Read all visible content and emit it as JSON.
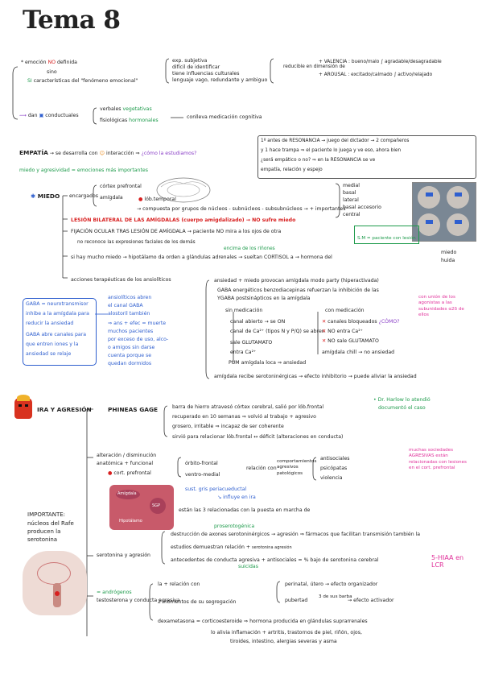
{
  "page_title": "Tema 8",
  "emotion": {
    "line1a": "* emoción ",
    "line1b": "NO",
    "line1c": " definida",
    "line2": "sino",
    "line3a": "SI",
    "line3b": " características del \"fenómeno emocional\"",
    "features": [
      "exp. subjetiva",
      "difícil de identificar",
      "tiene influencias culturales",
      "lenguaje vago, redundante y ambiguo"
    ],
    "reduced": "reducible en dimensión de",
    "valencia": "+ VALENCIA : bueno/malo ∫ agradable/desagradable",
    "arousal": "+ AROUSAL : excitado/calmado ∫ activo/relajado"
  },
  "conductual": {
    "lead": "dan",
    "label": "conductuales",
    "verbales": "verbales",
    "vegetativas": "vegetativas",
    "fisiologicas": "fisiológicas",
    "hormonales": "hormonales",
    "result": "conlleva medicación cognitiva"
  },
  "empatia": {
    "label": "EMPATÍA",
    "text": "se desarrolla con",
    "interaccion": "interacción",
    "question": "¿cómo la estudiamos?",
    "box1": "1º antes de RESONANCIA → juego del dictador → 2 compañeros",
    "box2": "y 1 hace trampa ⇒ el paciente lo juega y ve eso, ahora bien",
    "box3": "¿será empático o no? ⇒ en la RESONANCIA se ve",
    "box4": "empatía, relación y espejo",
    "footnote": "miedo y agresividad = emociones más importantes"
  },
  "miedo": {
    "label": "MIEDO",
    "encargados": "encargados",
    "corteza": "córtex prefrontal",
    "amigdala": "amígdala",
    "lobtemp": "lób.temporal",
    "compuesto": "compuesta por grupos de núcleos - subnúcleos - subsubnúcleos",
    "masimport": "+ importantes",
    "nuclei": [
      "medial",
      "basal",
      "lateral",
      "basal accesorio",
      "central"
    ],
    "lesion": "LESIÓN BILATERAL DE LAS AMÍGDALAS (cuerpo amigdalizado) → NO sufre miedo",
    "fijacion": "FIJACIÓN OCULAR TRAS LESIÓN DE AMÍGDALA → paciente NO mira a los ojos de otra",
    "fijNote": "S.M = paciente con lesión",
    "reconocer": "no reconoce las expresiones faciales de los demás",
    "hipotalamo": "si hay mucho miedo → hipotálamo da orden a glándulas adrenales → sueltan CORTISOL a → hormona del",
    "encima": "encima de los riñones",
    "miedoHuida": [
      "miedo",
      "huida"
    ],
    "acciones": "acciones terapéuticas de los ansiolíticos",
    "ansiedad": "ansiedad + miedo provocan amígdala modo party (hiperactivada)",
    "gaba1": "GABA energéticos benzodiacepinas refuerzan la inhibición de las",
    "gaba2": "YGABA postsinápticos en la amígdala",
    "sinMed": "sin medicación",
    "conMed": "con medicación",
    "sinList": [
      "canal abierto → se ON",
      "canal de Ca²⁺ (tipos N y P/Q) se abren",
      "sale GLUTAMATO",
      "entra Ca²⁺"
    ],
    "pum": "PUM amígdala loca ⇒ ansiedad",
    "conList": [
      "canales bloqueados",
      "NO entra Ca²⁺",
      "NO sale GLUTAMATO"
    ],
    "como": "¿CÓMO?",
    "chill": "amígdala chill → no ansiedad",
    "sideNote": "con unión de los agonistas a las subunidades α2δ de ellos",
    "serot": "amígdala recibe serotoninérgicas → efecto inhibitorio → puede aliviar la ansiedad"
  },
  "gabaBox": {
    "lines": [
      "GABA = neurotransmisor",
      "inhibe a la amígdala para",
      "reducir la ansiedad",
      "GABA abre canales para",
      "que entren iones y la",
      "ansiedad se relaje"
    ]
  },
  "gabaNote": {
    "lines": [
      "ansiolíticos abren",
      "el canal GABA",
      "alostoril también",
      "⇒ ans + efec = muerte",
      "muchos pacientes",
      "por exceso de uso, alco-",
      "o amigos sin darse",
      "cuenta porque se",
      "quedan dormidos"
    ]
  },
  "ira": {
    "label": "IRA Y AGRESIÓN",
    "gage": "PHINEAS GAGE",
    "gage1": "barra de hierro atravesó córtex cerebral, salió por lób.frontal",
    "gage2": "recuperado en 10 semanas ⇒ volvió al trabajo + agresivo",
    "gage3": "grosero, irritable ⇒ incapaz de ser coherente",
    "gage4": "sirvió para relacionar lób.frontal ↔ déficit (alteraciones en conducta)",
    "gageNote1": "Dr. Harlow lo atendió",
    "gageNote2": "documentó el caso",
    "alter1": "alteración / disminución",
    "alter2": "anatómica + funcional",
    "cortpref": "cort. prefrontal",
    "orbito": "órbito-frontal",
    "ventro": "ventro-medial",
    "rela": "relación con",
    "comport": "comportamientos agresivos patológicos",
    "antisoc": [
      "antisociales",
      "psicópatas",
      "violencia"
    ],
    "sideNote": "muchas sociedades AGRESIVAS están relacionadas con lesiones en el cort. prefrontal",
    "sgp": "sust. gris periacueductal",
    "influye": "influye en ira",
    "estan": "están las 3 relacionadas con la puesta en marcha de",
    "diagLabels": [
      "Amígdala",
      "SGP",
      "Hipotálamo"
    ],
    "serot": "serotonina y agresión",
    "proserot": "proserotogénica",
    "dest": "destrucción de axones serotoninérgicos",
    "agresion": "agresión",
    "farmacos": "fármacos que facilitan transmisión también la",
    "estudios": "estudios demuestran relación +",
    "serotAgr": "serotonina agresión",
    "anteced": "antecedentes de conducta agresiva + antisociales = % bajo de serotonina cerebral",
    "suicidas": "suicidas",
    "hiaa": "5-HIAA en LCR",
    "importante": "IMPORTANTE:",
    "nucleos": "núcleos del Rafe",
    "producen": "producen la",
    "serotonina": "serotonina",
    "androg": "= andrógenos",
    "testo": "testosterona y conducta agresiva",
    "la": "la + relación con",
    "dosMom": "2 momentos de su segregación",
    "perinatal": "perinatal, útero → efecto organizador",
    "pubertad": "pubertad",
    "barba": "3 de sus barba",
    "activador": "efecto activador",
    "dexa": "dexametasona = corticoesteroide ⇒ hormona producida en glándulas suprarrenales",
    "alivio1": "lo alivia inflamación + artritis, trastornos de piel, riñón, ojos,",
    "alivio2": "tiroides, intestino, alergias severas y asma"
  },
  "colors": {
    "red": "#d81f1f",
    "green": "#1c9a4a",
    "blue": "#2f5fcf",
    "pink": "#e0309a",
    "purple": "#8a3fc7",
    "orange": "#e98a1a"
  }
}
